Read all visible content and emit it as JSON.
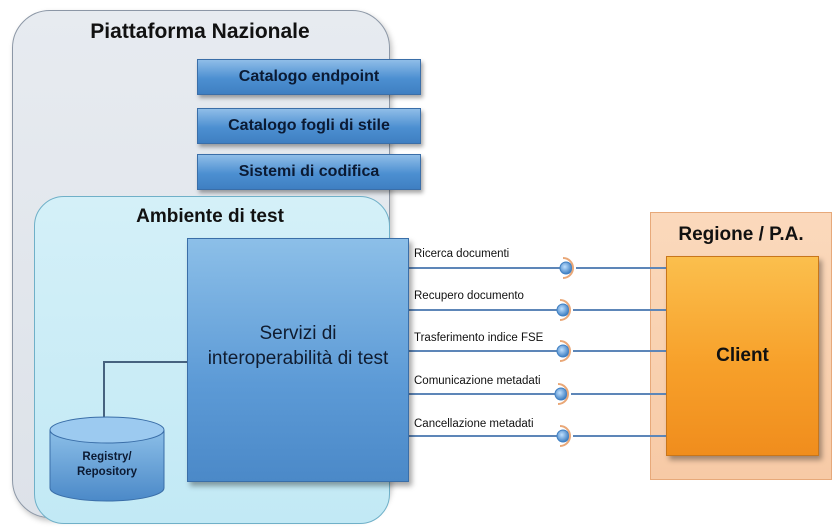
{
  "platform": {
    "title": "Piattaforma Nazionale"
  },
  "catalogs": [
    {
      "label": "Catalogo endpoint"
    },
    {
      "label": "Catalogo fogli di stile"
    },
    {
      "label": "Sistemi di codifica"
    }
  ],
  "test_environment": {
    "title": "Ambiente di test",
    "services_label": "Servizi di interoperabilità di test",
    "database_label_line1": "Registry/",
    "database_label_line2": "Repository"
  },
  "region": {
    "title": "Regione / P.A.",
    "client_label": "Client"
  },
  "interfaces": [
    {
      "label": "Ricerca documenti"
    },
    {
      "label": "Recupero documento"
    },
    {
      "label": "Trasferimento indice FSE"
    },
    {
      "label": "Comunicazione metadati"
    },
    {
      "label": "Cancellazione metadati"
    }
  ],
  "colors": {
    "service_blue": "#5c9ad6",
    "client_orange": "#f7a02a",
    "region_peach": "#f9d0b0",
    "test_env_cyan": "#c8ebf6",
    "platform_gray": "#e2e6ec",
    "interface_line": "#5d86b8",
    "socket_ring": "#e9a777"
  }
}
